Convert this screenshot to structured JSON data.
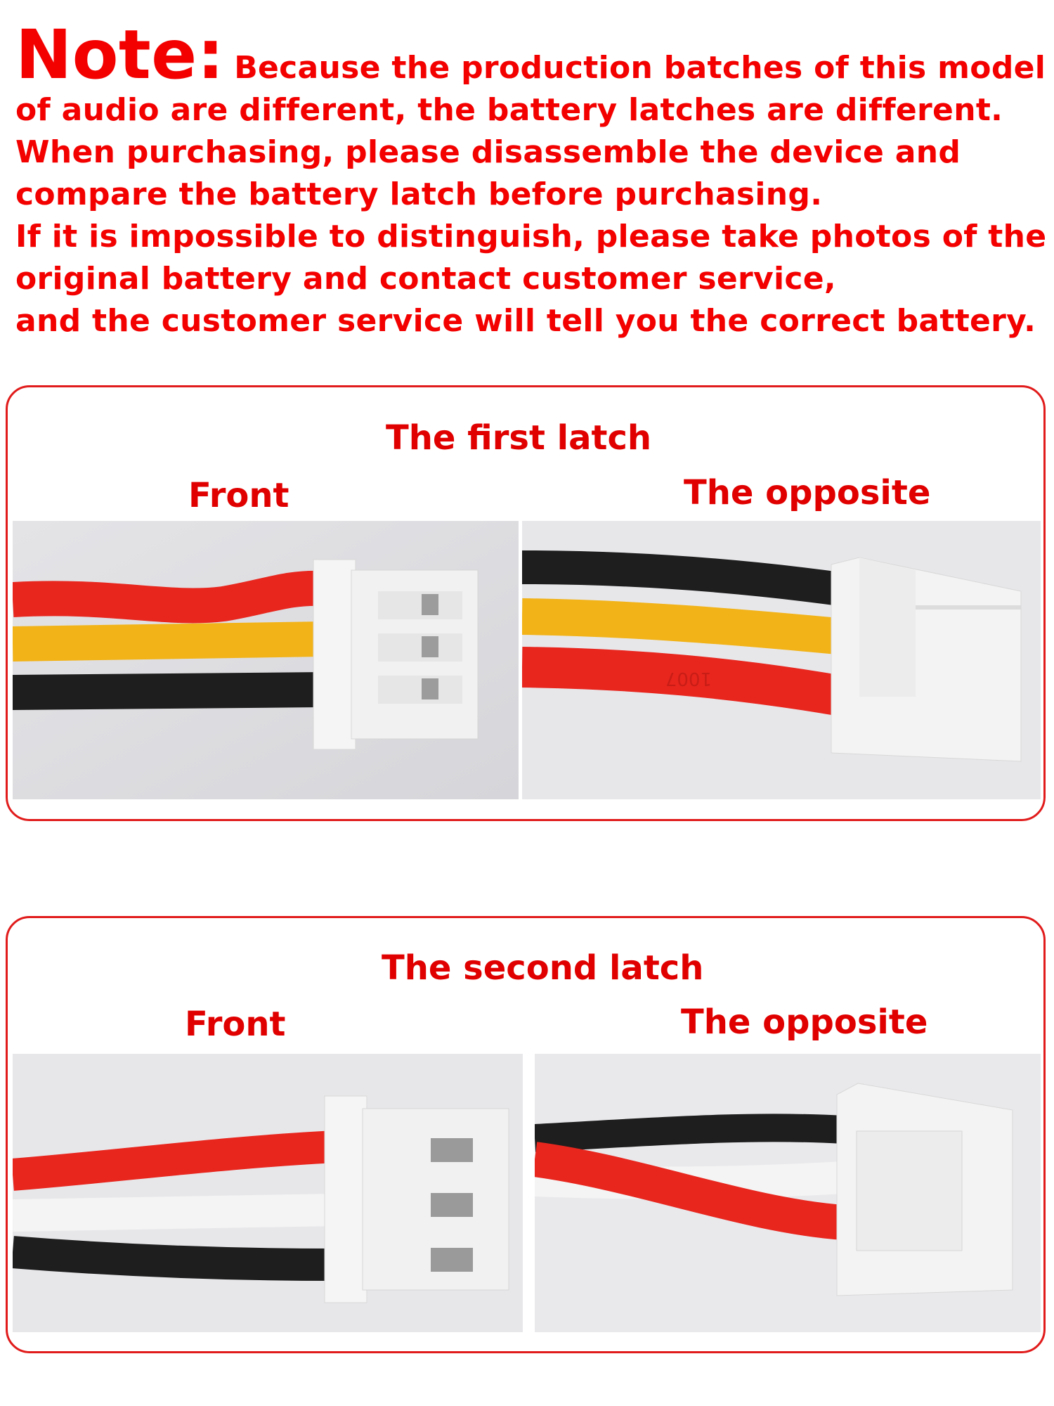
{
  "note": {
    "label": "Note:",
    "lines": [
      "Because the production batches of this model",
      "of audio are different, the battery latches are different.",
      "When purchasing, please disassemble the device and",
      "compare the battery latch before purchasing.",
      "If it is impossible to distinguish, please take photos of the",
      "original battery and contact customer service,",
      "and the customer service will tell you the correct battery."
    ]
  },
  "first_latch": {
    "title": "The first latch",
    "front_label": "Front",
    "opposite_label": "The opposite",
    "opposite_wire_print": "1007"
  },
  "second_latch": {
    "title": "The second latch",
    "front_label": "Front",
    "opposite_label": "The opposite"
  },
  "colors": {
    "accent_red": "#e00000",
    "wire_red": "#e8261e",
    "wire_yellow": "#f2b318",
    "wire_black": "#1e1e1e",
    "wire_white": "#f4f4f4",
    "connector": "#f3f3f3"
  }
}
